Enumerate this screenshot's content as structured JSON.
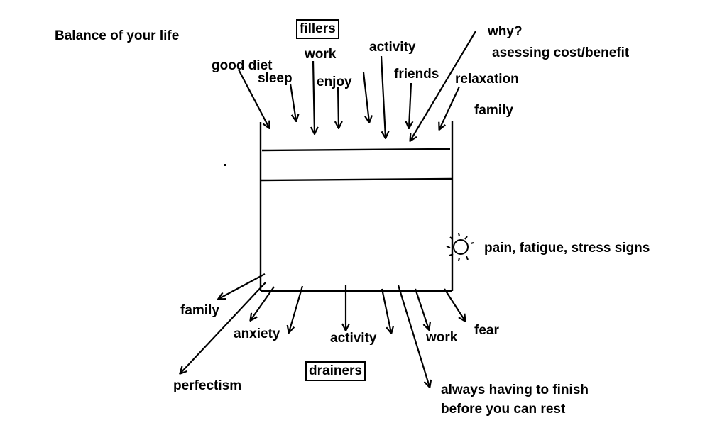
{
  "title": "Balance of your life",
  "fillers": {
    "heading": "fillers",
    "items": [
      "good diet",
      "sleep",
      "work",
      "enjoy",
      "activity",
      "friends",
      "relaxation",
      "family"
    ]
  },
  "why": {
    "question": "why?",
    "note": "asessing cost/benefit"
  },
  "warning": {
    "icon": "sun-burst-icon",
    "label": "pain, fatigue, stress signs"
  },
  "drainers": {
    "heading": "drainers",
    "items": [
      "family",
      "perfectism",
      "anxiety",
      "activity",
      "work",
      "fear"
    ],
    "long_item_line1": "always having to finish",
    "long_item_line2": "before you can rest"
  },
  "colors": {
    "ink": "#000000",
    "paper": "#ffffff"
  }
}
